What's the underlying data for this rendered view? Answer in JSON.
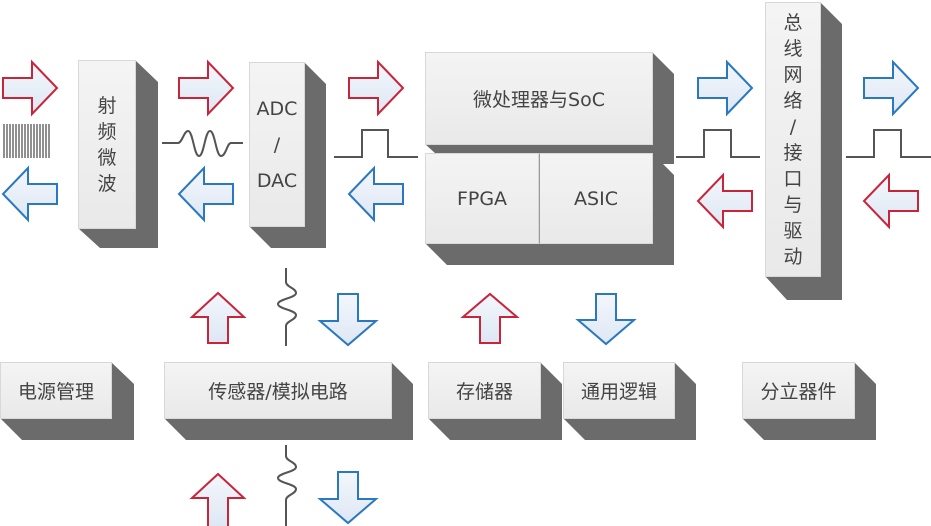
{
  "diagram": {
    "blocks": {
      "rf": {
        "label_chars": [
          "射",
          "频",
          "微",
          "波"
        ]
      },
      "adc": {
        "label_lines": [
          "ADC",
          "/",
          "DAC"
        ]
      },
      "mpu": {
        "label": "微处理器与SoC"
      },
      "fpga": {
        "label": "FPGA"
      },
      "asic": {
        "label": "ASIC"
      },
      "bus": {
        "label_chars": [
          "总",
          "线",
          "网",
          "络",
          "/",
          "接",
          "口",
          "与",
          "驱",
          "动"
        ]
      },
      "power": {
        "label": "电源管理"
      },
      "sensor": {
        "label": "传感器/模拟电路"
      },
      "memory": {
        "label": "存储器"
      },
      "logic": {
        "label": "通用逻辑"
      },
      "discrete": {
        "label": "分立器件"
      }
    },
    "colors": {
      "arrow_red": "#c8243a",
      "arrow_blue": "#2a78c0",
      "arrow_fill": "#e6eef8",
      "block_face": "#eeeeee",
      "block_shadow": "#6b6b6b",
      "signal_line": "#555555"
    },
    "signals": [
      "rf-signal",
      "analog-sine",
      "digital-pulse",
      "digital-pulse",
      "digital-pulse",
      "analog-wave-vertical",
      "analog-wave-vertical"
    ]
  }
}
